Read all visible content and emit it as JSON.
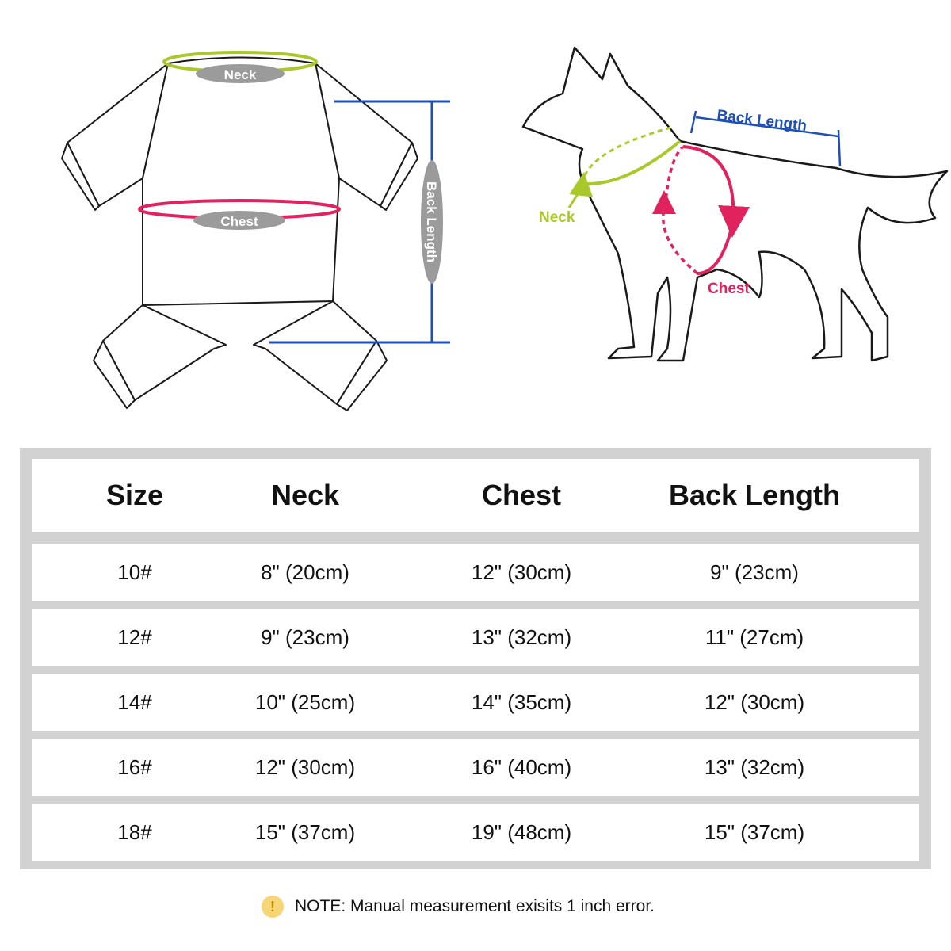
{
  "diagram": {
    "garment": {
      "neck_label": "Neck",
      "chest_label": "Chest",
      "back_length_label": "Back Length"
    },
    "dog": {
      "neck_label": "Neck",
      "chest_label": "Chest",
      "back_length_label": "Back Length"
    },
    "colors": {
      "neck": "#a9c92a",
      "chest": "#e0235f",
      "back_length": "#1f4fb5",
      "label_pill": "#9b9b9b",
      "outline": "#1a1a1a",
      "table_border": "#d2d2d2"
    }
  },
  "size_table": {
    "headers": [
      "Size",
      "Neck",
      "Chest",
      "Back Length"
    ],
    "rows": [
      [
        "10#",
        "8\" (20cm)",
        "12\" (30cm)",
        "9\" (23cm)"
      ],
      [
        "12#",
        "9\" (23cm)",
        "13\" (32cm)",
        "11\" (27cm)"
      ],
      [
        "14#",
        "10\" (25cm)",
        "14\" (35cm)",
        "12\" (30cm)"
      ],
      [
        "16#",
        "12\" (30cm)",
        "16\" (40cm)",
        "13\" (32cm)"
      ],
      [
        "18#",
        "15\" (37cm)",
        "19\" (48cm)",
        "15\" (37cm)"
      ]
    ]
  },
  "note": {
    "icon": "exclamation-icon",
    "icon_glyph": "!",
    "text": "NOTE: Manual measurement exisits 1 inch error."
  }
}
